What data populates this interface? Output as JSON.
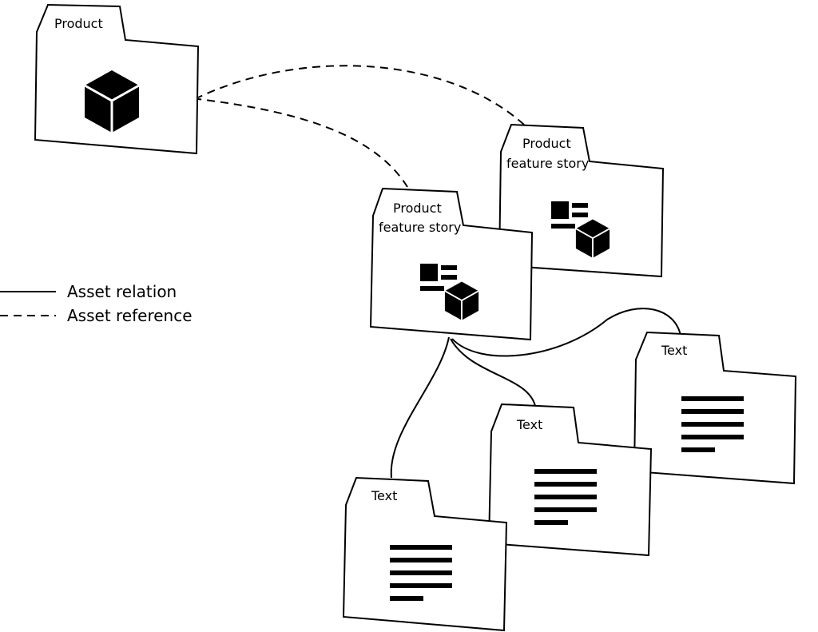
{
  "legend": {
    "relation_label": "Asset relation",
    "reference_label": "Asset reference"
  },
  "nodes": {
    "product": {
      "title": "Product",
      "icon": "cube-icon"
    },
    "story_main": {
      "title_line1": "Product",
      "title_line2": "feature story",
      "icon": "story-icon"
    },
    "story_back": {
      "title_line1": "Product",
      "title_line2": "feature story",
      "icon": "story-icon"
    },
    "text_left": {
      "title": "Text",
      "icon": "text-lines-icon"
    },
    "text_mid": {
      "title": "Text",
      "icon": "text-lines-icon"
    },
    "text_right": {
      "title": "Text",
      "icon": "text-lines-icon"
    }
  }
}
